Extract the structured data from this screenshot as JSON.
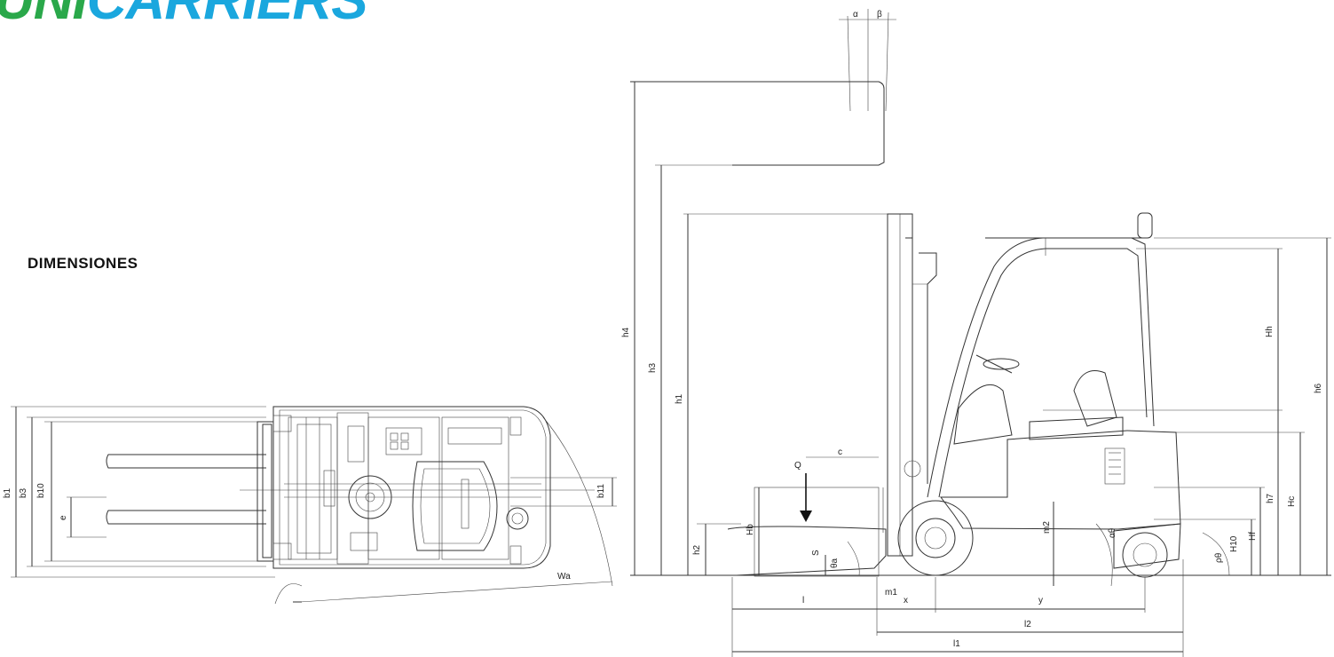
{
  "brand": {
    "logo_part1": "UNI",
    "logo_part2": "CARRIERS",
    "logo_primary": "#2aa84a",
    "logo_secondary": "#1aa7de"
  },
  "heading": "DIMENSIONES",
  "top_view": {
    "labels": {
      "b1": "b1",
      "b3": "b3",
      "b10": "b10",
      "e": "e",
      "b11": "b11",
      "wa": "Wa"
    }
  },
  "side_view": {
    "labels": {
      "alpha": "α",
      "beta": "β",
      "h4": "h4",
      "h3": "h3",
      "h1": "h1",
      "c": "c",
      "q": "Q",
      "hb": "Hb",
      "h2": "h2",
      "s": "S",
      "theta_a": "θa",
      "m1": "m1",
      "x": "x",
      "m2": "m2",
      "alpha_theta": "αθ",
      "y": "y",
      "l": "l",
      "l2": "l2",
      "l1": "l1",
      "hh": "Hh",
      "h6": "h6",
      "h7": "h7",
      "hc": "Hc",
      "hf": "Hf",
      "h10": "H10",
      "rho_theta": "ρθ"
    }
  }
}
